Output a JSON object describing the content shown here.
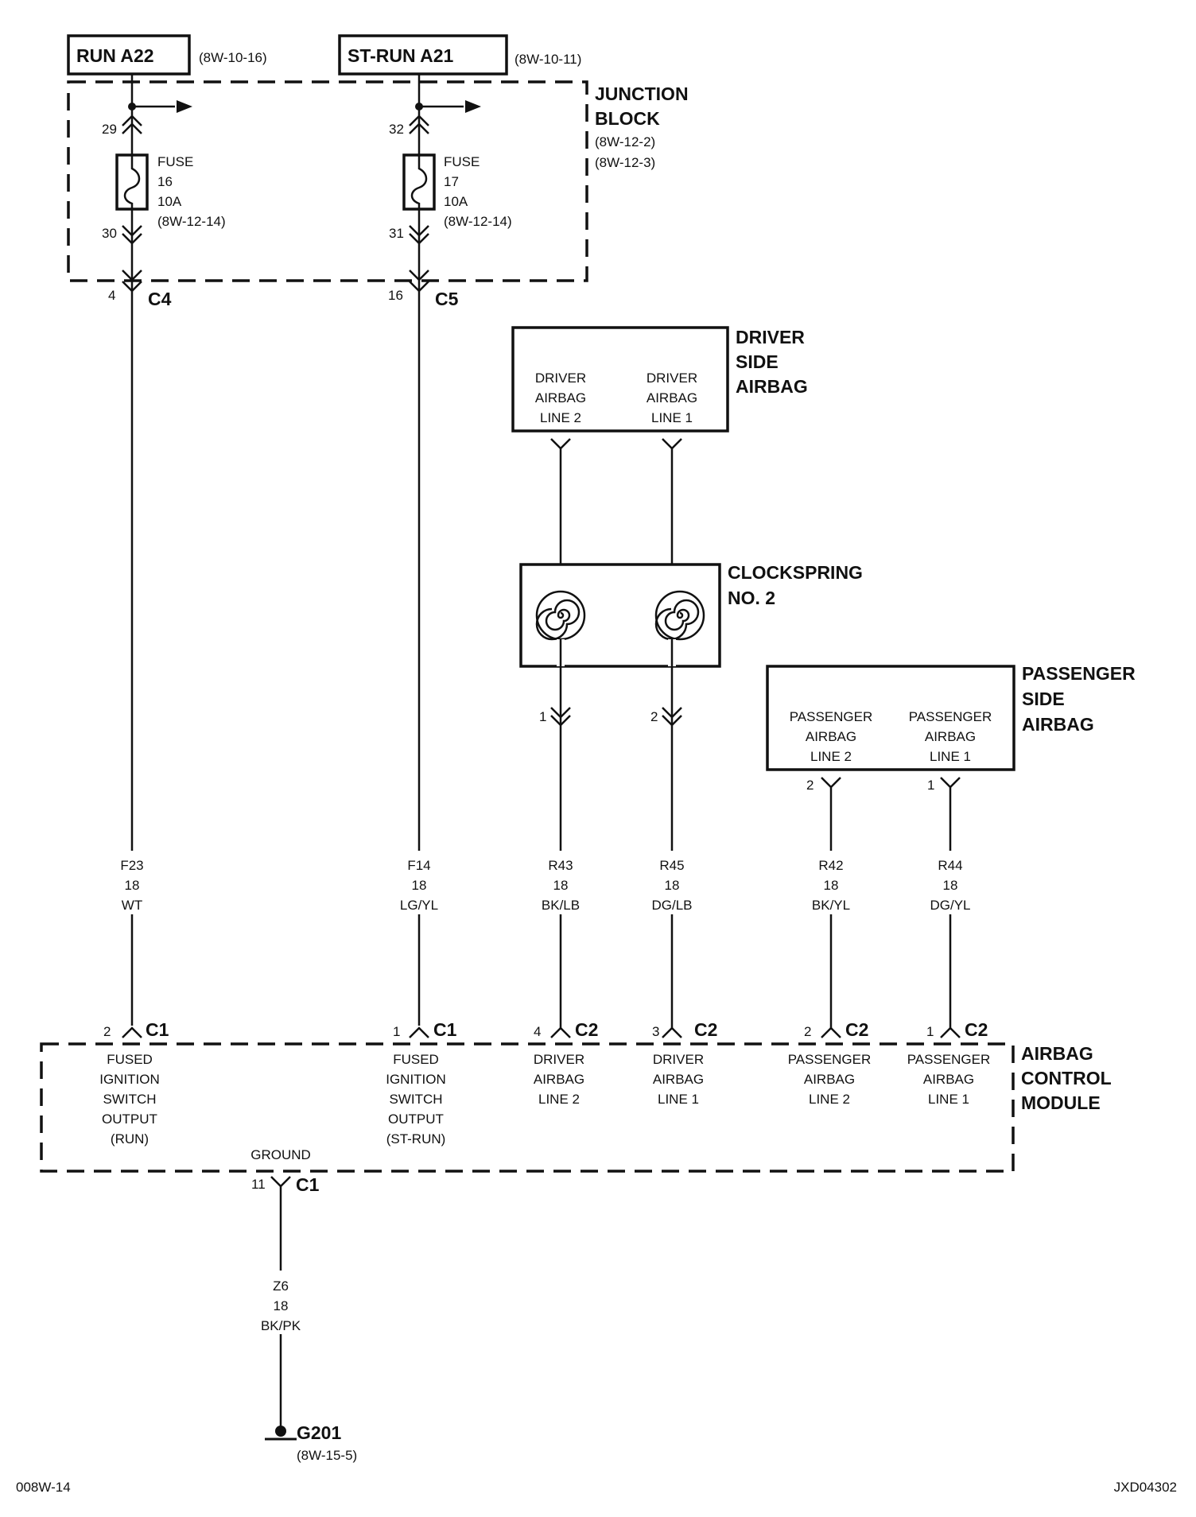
{
  "power_sources": {
    "run": {
      "label": "RUN A22",
      "ref": "(8W-10-16)"
    },
    "strun": {
      "label": "ST-RUN A21",
      "ref": "(8W-10-11)"
    }
  },
  "junction_block": {
    "title_line1": "JUNCTION",
    "title_line2": "BLOCK",
    "ref1": "(8W-12-2)",
    "ref2": "(8W-12-3)",
    "fuse16": {
      "pin_in": "29",
      "pin_out": "30",
      "line1": "FUSE",
      "line2": "16",
      "line3": "10A",
      "line4": "(8W-12-14)"
    },
    "fuse17": {
      "pin_in": "32",
      "pin_out": "31",
      "line1": "FUSE",
      "line2": "17",
      "line3": "10A",
      "line4": "(8W-12-14)"
    },
    "c4": {
      "pin": "4",
      "name": "C4"
    },
    "c5": {
      "pin": "16",
      "name": "C5"
    }
  },
  "driver_airbag": {
    "title1": "DRIVER",
    "title2": "SIDE",
    "title3": "AIRBAG",
    "left": [
      "DRIVER",
      "AIRBAG",
      "LINE 2"
    ],
    "right": [
      "DRIVER",
      "AIRBAG",
      "LINE 1"
    ]
  },
  "clockspring": {
    "title1": "CLOCKSPRING",
    "title2": "NO. 2",
    "pin_left": "1",
    "pin_right": "2"
  },
  "passenger_airbag": {
    "title1": "PASSENGER",
    "title2": "SIDE",
    "title3": "AIRBAG",
    "left": [
      "PASSENGER",
      "AIRBAG",
      "LINE 2"
    ],
    "right": [
      "PASSENGER",
      "AIRBAG",
      "LINE 1"
    ],
    "pin_left": "2",
    "pin_right": "1"
  },
  "wires": [
    {
      "circuit": "F23",
      "gauge": "18",
      "color": "WT"
    },
    {
      "circuit": "F14",
      "gauge": "18",
      "color": "LG/YL"
    },
    {
      "circuit": "R43",
      "gauge": "18",
      "color": "BK/LB"
    },
    {
      "circuit": "R45",
      "gauge": "18",
      "color": "DG/LB"
    },
    {
      "circuit": "R42",
      "gauge": "18",
      "color": "BK/YL"
    },
    {
      "circuit": "R44",
      "gauge": "18",
      "color": "DG/YL"
    }
  ],
  "acm": {
    "title1": "AIRBAG",
    "title2": "CONTROL",
    "title3": "MODULE",
    "pins": [
      {
        "pin": "2",
        "conn": "C1",
        "lines": [
          "FUSED",
          "IGNITION",
          "SWITCH",
          "OUTPUT",
          "(RUN)"
        ]
      },
      {
        "pin": "1",
        "conn": "C1",
        "lines": [
          "FUSED",
          "IGNITION",
          "SWITCH",
          "OUTPUT",
          "(ST-RUN)"
        ]
      },
      {
        "pin": "4",
        "conn": "C2",
        "lines": [
          "DRIVER",
          "AIRBAG",
          "LINE 2"
        ]
      },
      {
        "pin": "3",
        "conn": "C2",
        "lines": [
          "DRIVER",
          "AIRBAG",
          "LINE 1"
        ]
      },
      {
        "pin": "2",
        "conn": "C2",
        "lines": [
          "PASSENGER",
          "AIRBAG",
          "LINE 2"
        ]
      },
      {
        "pin": "1",
        "conn": "C2",
        "lines": [
          "PASSENGER",
          "AIRBAG",
          "LINE 1"
        ]
      }
    ],
    "ground_label": "GROUND",
    "ground_pin": "11",
    "ground_conn": "C1"
  },
  "ground_wire": {
    "circuit": "Z6",
    "gauge": "18",
    "color": "BK/PK"
  },
  "ground_point": {
    "name": "G201",
    "ref": "(8W-15-5)"
  },
  "footer": {
    "left": "008W-14",
    "right": "JXD04302"
  }
}
